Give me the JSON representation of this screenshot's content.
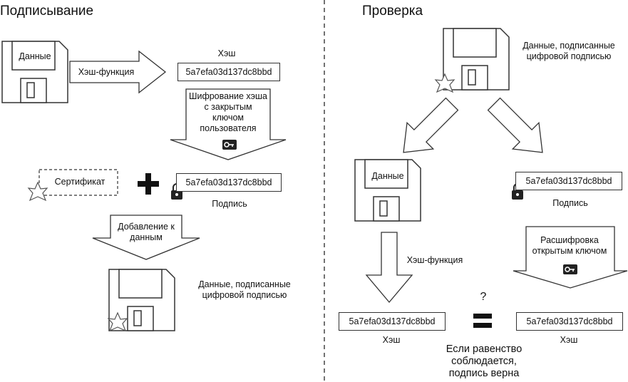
{
  "signing": {
    "title": "Подписывание",
    "data_label": "Данные",
    "hash_function_label": "Хэш-функция",
    "hash_caption": "Хэш",
    "hash_value": "5a7efa03d137dc8bbd",
    "encrypt_label": "Шифрование хэша с закрытым ключом пользователя",
    "certificate_label": "Сертификат",
    "plus_symbol": "+",
    "signature_value": "5a7efa03d137dc8bbd",
    "signature_caption": "Подпись",
    "append_label": "Добавление к данным",
    "signed_data_label": "Данные, подписанные цифровой подписью"
  },
  "verification": {
    "title": "Проверка",
    "signed_data_label": "Данные, подписанные цифровой подписью",
    "data_label": "Данные",
    "signature_value": "5a7efa03d137dc8bbd",
    "signature_caption": "Подпись",
    "hash_function_label": "Хэш-функция",
    "decrypt_label": "Расшифровка открытым ключом",
    "computed_hash_value": "5a7efa03d137dc8bbd",
    "computed_hash_caption": "Хэш",
    "decrypted_hash_value": "5a7efa03d137dc8bbd",
    "decrypted_hash_caption": "Хэш",
    "question_mark": "?",
    "equals_symbol": "=",
    "conclusion": "Если равенство соблюдается, подпись верна"
  }
}
